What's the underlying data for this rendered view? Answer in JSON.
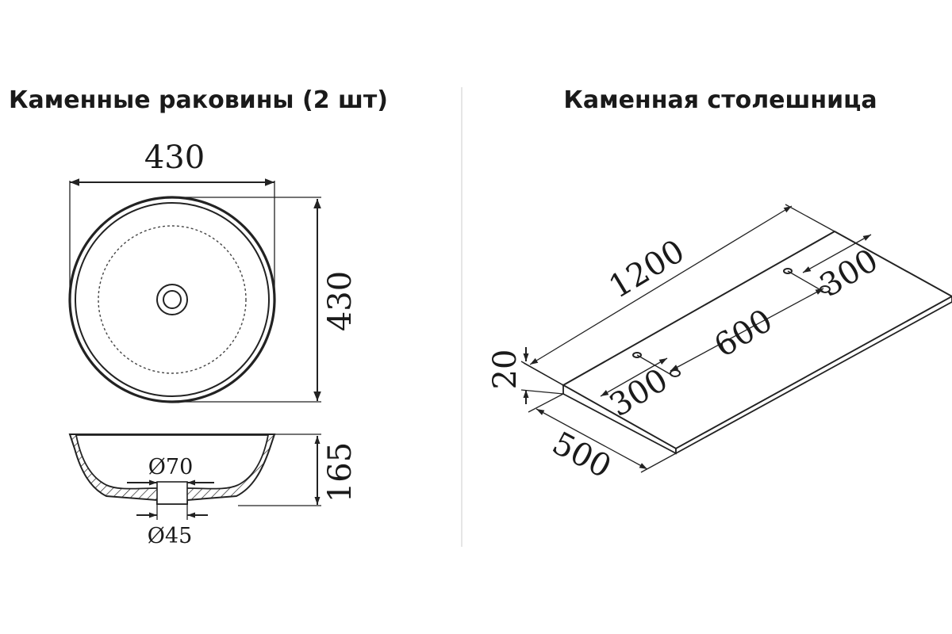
{
  "titles": {
    "left": "Каменные раковины (2 шт)",
    "right": "Каменная столешница"
  },
  "sink": {
    "width": "430",
    "depth": "430",
    "height": "165",
    "drain_outer": "Ø70",
    "drain_inner": "Ø45"
  },
  "countertop": {
    "length": "1200",
    "width": "500",
    "thickness": "20",
    "offset_left": "300",
    "hole_spacing": "600",
    "offset_right": "300"
  },
  "colors": {
    "line": "#222222",
    "background": "#ffffff",
    "divider": "#e6e6e6"
  }
}
